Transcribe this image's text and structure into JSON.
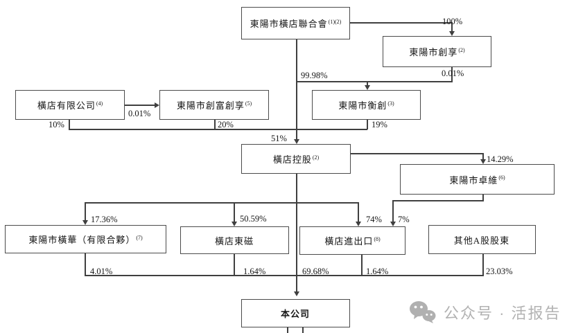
{
  "diagram": {
    "nodes": {
      "union": {
        "label": "東陽市橫店聯合會",
        "sup": "(1)(2)"
      },
      "chuangxiang": {
        "label": "東陽市創享",
        "sup": "(2)"
      },
      "hengdian_ltd": {
        "label": "橫店有限公司",
        "sup": "(4)"
      },
      "chuangfu": {
        "label": "東陽市創富創享",
        "sup": "(5)"
      },
      "hengchuang": {
        "label": "東陽市衡創",
        "sup": "(3)"
      },
      "holdings": {
        "label": "橫店控股",
        "sup": "(2)"
      },
      "zhuowei": {
        "label": "東陽市卓維",
        "sup": "(6)"
      },
      "henghua": {
        "label": "東陽市橫華（有限合夥）",
        "sup": "(7)"
      },
      "dmegc": {
        "label": "橫店東磁",
        "sup": ""
      },
      "imp_exp": {
        "label": "橫店進出口",
        "sup": "(8)"
      },
      "other_a": {
        "label": "其他A股股東",
        "sup": ""
      },
      "company": {
        "label": "本公司",
        "sup": ""
      }
    },
    "edges": [
      {
        "from": "union",
        "to": "chuangxiang",
        "percent": "100%"
      },
      {
        "from": "chuangxiang",
        "to": "hengchuang",
        "percent": "0.01%"
      },
      {
        "from": "union",
        "to": "hengchuang",
        "percent": "99.98%"
      },
      {
        "from": "hengdian_ltd",
        "to": "chuangfu",
        "percent": "0.01%"
      },
      {
        "from": "hengdian_ltd",
        "to": "holdings",
        "percent": "10%"
      },
      {
        "from": "chuangfu",
        "to": "holdings",
        "percent": "20%"
      },
      {
        "from": "hengchuang",
        "to": "holdings",
        "percent": "19%"
      },
      {
        "from": "union",
        "to": "holdings",
        "percent": "51%"
      },
      {
        "from": "holdings",
        "to": "zhuowei",
        "percent": "14.29%"
      },
      {
        "from": "holdings",
        "to": "henghua",
        "percent": "17.36%"
      },
      {
        "from": "holdings",
        "to": "dmegc",
        "percent": "50.59%"
      },
      {
        "from": "holdings",
        "to": "imp_exp",
        "percent": "74%"
      },
      {
        "from": "zhuowei",
        "to": "imp_exp",
        "percent": "7%"
      },
      {
        "from": "henghua",
        "to": "company",
        "percent": "4.01%"
      },
      {
        "from": "dmegc",
        "to": "company",
        "percent": "1.64%"
      },
      {
        "from": "holdings",
        "to": "company",
        "percent": "69.68%"
      },
      {
        "from": "imp_exp",
        "to": "company",
        "percent": "1.64%"
      },
      {
        "from": "other_a",
        "to": "company",
        "percent": "23.03%"
      }
    ]
  },
  "watermark": {
    "text": "公众号 · 活报告"
  }
}
